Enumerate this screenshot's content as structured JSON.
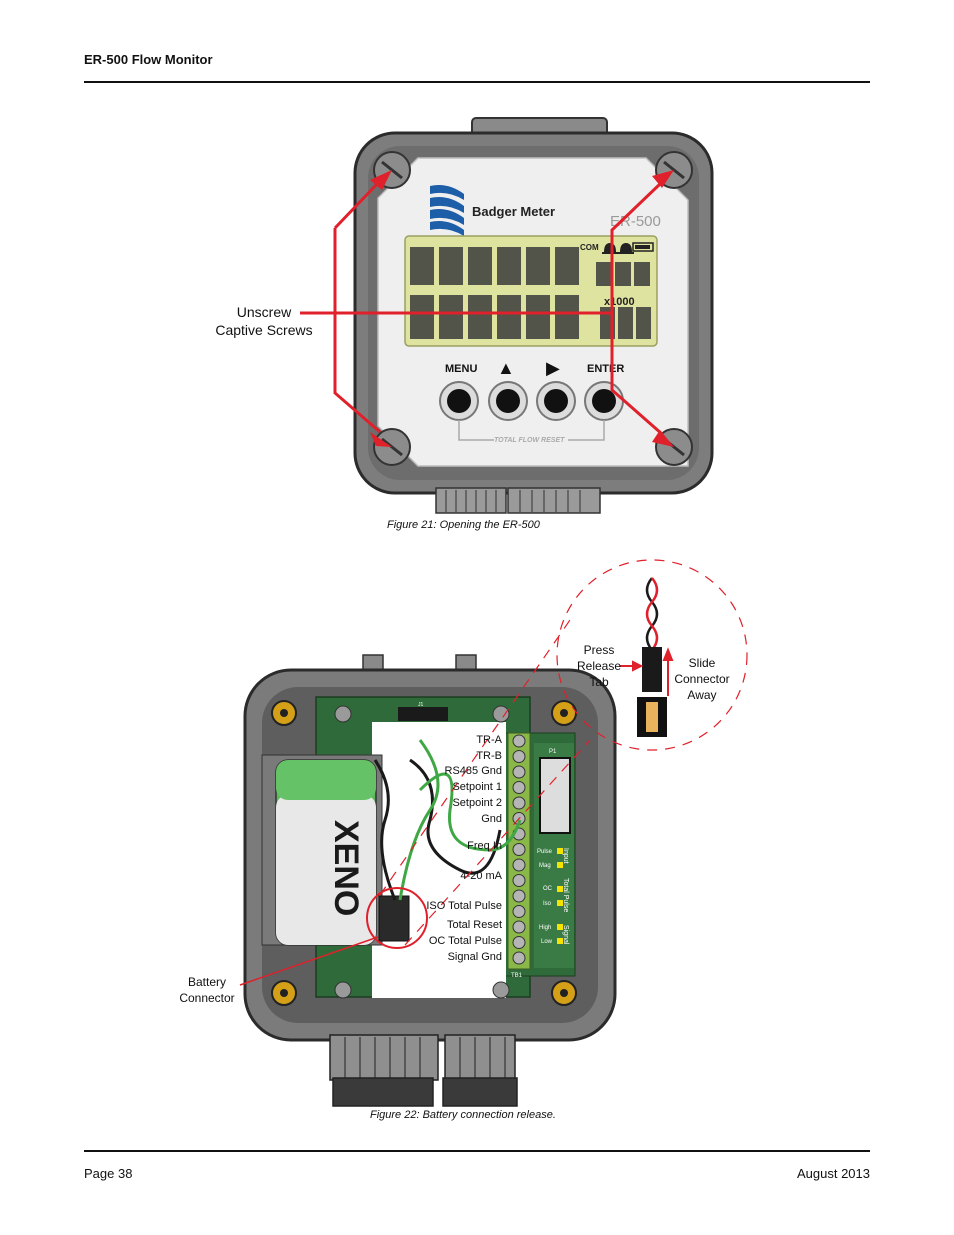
{
  "header": {
    "title": "ER-500 Flow Monitor"
  },
  "figure21": {
    "caption": "Figure 21:  Opening the ER-500",
    "callout": [
      "Unscrew",
      "Captive Screws"
    ],
    "brand": "Badger Meter",
    "model": "ER-500",
    "lcd_com": "COM",
    "lcd_mult": "x1000",
    "buttons": [
      "MENU",
      "▲",
      "▶",
      "ENTER"
    ],
    "reset_label": "TOTAL FLOW RESET"
  },
  "figure22": {
    "caption": "Figure 22:  Battery connection release.",
    "battery_callout": [
      "Battery",
      "Connector"
    ],
    "press_callout": [
      "Press",
      "Release",
      "Tab"
    ],
    "slide_callout": [
      "Slide",
      "Connector",
      "Away"
    ],
    "battery_brand": "XENO",
    "terminals": [
      "TR-A",
      "TR-B",
      "RS485 Gnd",
      "Setpoint 1",
      "Setpoint 2",
      "Gnd",
      "Freq In",
      "4-20 mA",
      "ISO Total Pulse",
      "Total Reset",
      "OC Total Pulse",
      "Signal Gnd"
    ],
    "board_labels": {
      "p1": "P1",
      "tb1": "TB1",
      "j1": "J1",
      "input": "Input",
      "total_pulse": "Total Pulse",
      "signal": "Signal",
      "pulse": "Pulse",
      "mag": "Mag",
      "oc": "OC",
      "iso": "Iso",
      "high": "High",
      "low": "Low"
    }
  },
  "footer": {
    "page": "Page 38",
    "date": "August 2013"
  }
}
